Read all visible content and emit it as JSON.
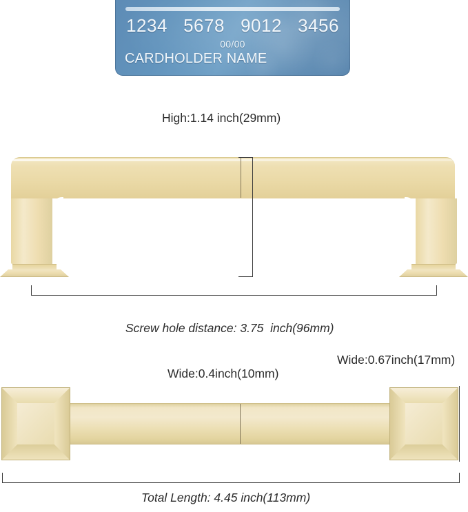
{
  "card": {
    "number": "1234   5678   9012   3456",
    "expiry": "00/00",
    "holder": "CARDHOLDER NAME",
    "color": "#6294bd",
    "text_color": "#f2f7fb"
  },
  "product": {
    "color": "#ecdfb4",
    "material_finish": "brushed gold"
  },
  "dimensions": {
    "height_label": "High:1.14 inch(29mm)",
    "height_inch": 1.14,
    "height_mm": 29,
    "screw_hole_label": "Screw hole distance: 3.75  inch(96mm)",
    "screw_hole_inch": 3.75,
    "screw_hole_mm": 96,
    "bar_width_label": "Wide:0.4inch(10mm)",
    "bar_width_inch": 0.4,
    "bar_width_mm": 10,
    "plate_width_label": "Wide:0.67inch(17mm)",
    "plate_width_inch": 0.67,
    "plate_width_mm": 17,
    "total_length_label": "Total Length: 4.45 inch(113mm)",
    "total_length_inch": 4.45,
    "total_length_mm": 113
  }
}
